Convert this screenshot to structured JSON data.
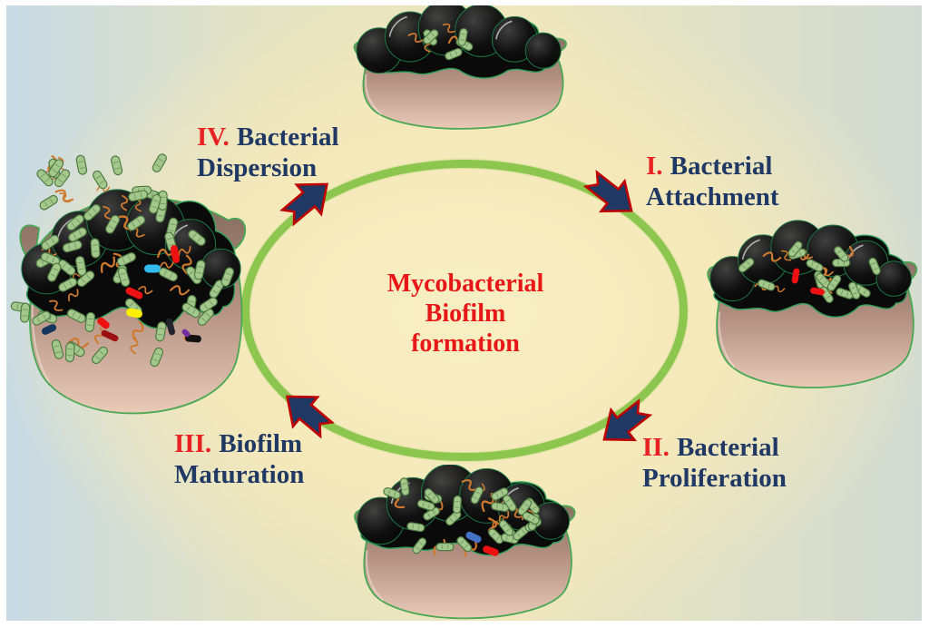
{
  "title": {
    "line1": "Mycobacterial",
    "line2": "Biofilm",
    "line3": "formation"
  },
  "stages": [
    {
      "numeral": "I.",
      "word1": "Bacterial",
      "word2": "Attachment"
    },
    {
      "numeral": "II.",
      "word1": "Bacterial",
      "word2": "Proliferation"
    },
    {
      "numeral": "III.",
      "word1": "Biofilm",
      "word2": "Maturation"
    },
    {
      "numeral": "IV.",
      "word1": "Bacterial",
      "word2": "Dispersion"
    }
  ],
  "palette": {
    "background_center": "#f8efc4",
    "background_edge_blue": "#c8dae5",
    "background_edge_green": "#d2dbd3",
    "cycle_ring_green": "#8dc64f",
    "arrow_fill_navy": "#1f3864",
    "arrow_outline_red": "#c00000",
    "title_red": "#e81717",
    "numeral_red": "#e82222",
    "label_navy": "#1f3864",
    "bacteria_green": "#a4c78c",
    "filament_orange": "#cf7a2e",
    "substrate_tan": "#e9cab7",
    "biofilm_black": "#0a0a0a"
  }
}
